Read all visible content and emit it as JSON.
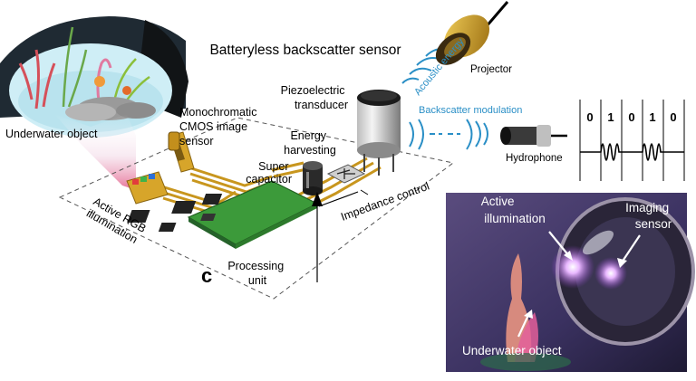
{
  "title": "Batteryless backscatter sensor",
  "labels": {
    "underwater_object": "Underwater object",
    "mono_sensor": "Monochromatic CMOS image sensor",
    "active_rgb": "Active RGB illumination",
    "piezo": "Piezoelectric transducer",
    "energy_harvesting": "Energy harvesting",
    "super_capacitor": "Super capacitor",
    "processing_unit": "Processing unit",
    "impedance_control": "Impedance control",
    "acoustic_energy": "Acoustic energy",
    "backscatter_modulation": "Backscatter modulation",
    "projector": "Projector",
    "hydrophone": "Hydrophone",
    "panel_letter": "c"
  },
  "bits": [
    "0",
    "1",
    "0",
    "1",
    "0"
  ],
  "photo": {
    "active_illumination": "Active illumination",
    "imaging_sensor": "Imaging sensor",
    "underwater_object": "Underwater object"
  },
  "colors": {
    "accent_blue": "#2a8fc6",
    "board_green": "#3c9a3a",
    "gold": "#d7a52a",
    "photo_bg": "#3a3160"
  }
}
